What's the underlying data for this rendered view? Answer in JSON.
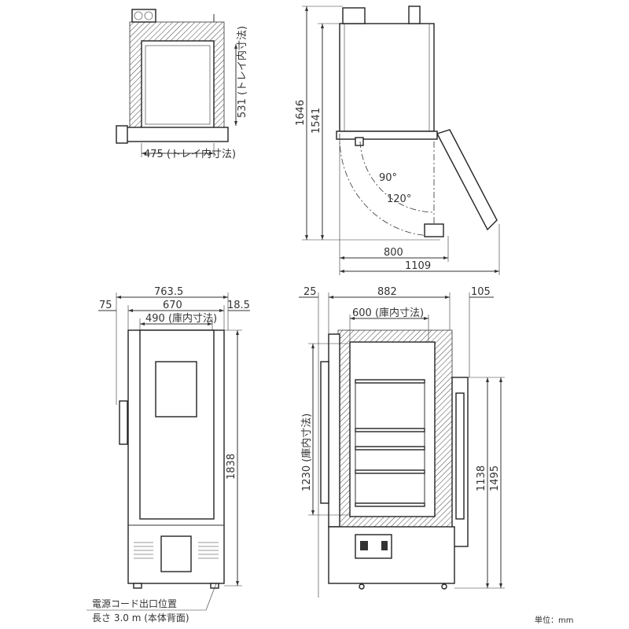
{
  "top_view": {
    "tray_depth": "531 (トレイ内寸法)",
    "tray_width": "475 (トレイ内寸法)"
  },
  "side_open_view": {
    "total_height": "1646",
    "body_height": "1541",
    "angle_90": "90°",
    "angle_120": "120°",
    "open_depth_90": "800",
    "open_depth_120": "1109"
  },
  "front_view": {
    "overall_width": "763.5",
    "left_offset": "75",
    "body_width": "670",
    "right_offset": "18.5",
    "interior_width": "490 (庫内寸法)",
    "height": "1838"
  },
  "section_view": {
    "left_offset": "25",
    "body_depth": "882",
    "rear_offset": "105",
    "interior_depth": "600 (庫内寸法)",
    "interior_height": "1230 (庫内寸法)",
    "dim_1138": "1138",
    "dim_1495": "1495"
  },
  "notes": {
    "cord_position": "電源コード出口位置",
    "cord_length": "長さ 3.0 m (本体背面)",
    "unit": "単位：mm"
  }
}
